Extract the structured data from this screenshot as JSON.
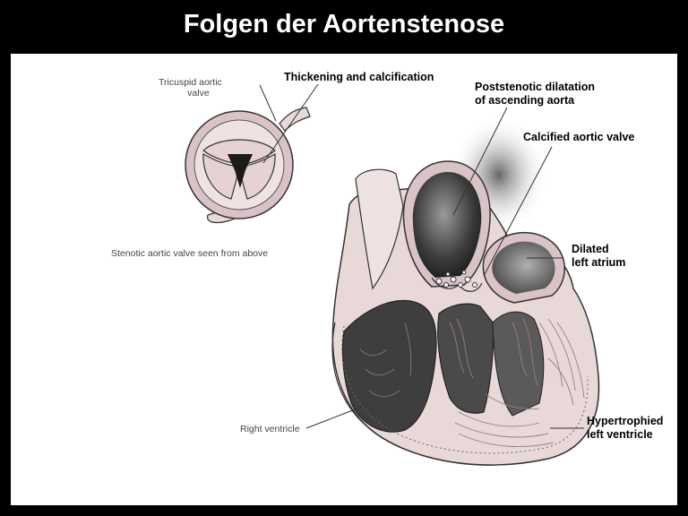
{
  "title": "Folgen der Aortenstenose",
  "labels": {
    "tricuspid_line1": "Tricuspid aortic",
    "tricuspid_line2": "valve",
    "thickening": "Thickening and calcification",
    "poststenotic_line1": "Poststenotic dilatation",
    "poststenotic_line2": "of ascending aorta",
    "calcified_valve": "Calcified aortic valve",
    "dilated_line1": "Dilated",
    "dilated_line2": "left atrium",
    "stenotic_caption": "Stenotic aortic valve seen from above",
    "right_ventricle": "Right ventricle",
    "hypertrophied_line1": "Hypertrophied",
    "hypertrophied_line2": "left ventricle"
  },
  "colors": {
    "background": "#000000",
    "panel": "#ffffff",
    "tissue": "#e9d8d8",
    "tissue_dark": "#c9abb0",
    "chamber": "#4a4a4a"
  }
}
